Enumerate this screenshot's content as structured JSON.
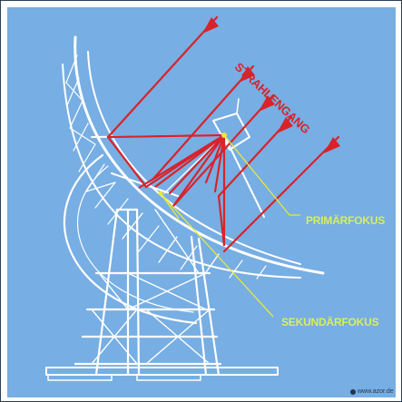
{
  "labels": {
    "rays": "STRAHLENGANG",
    "primary_focus": "PRIMÄRFOKUS",
    "secondary_focus": "SEKUNDÄRFOKUS"
  },
  "credit": "www.azor.de",
  "colors": {
    "background": "#77aee3",
    "structure": "#ffffff",
    "rays": "#d8232a",
    "focus_lines": "#e8e83a",
    "focus_labels": "#d8ef5a"
  }
}
